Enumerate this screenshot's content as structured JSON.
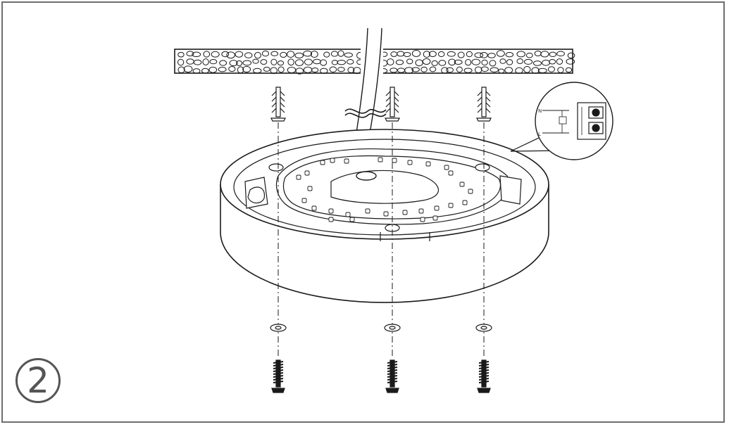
{
  "step": {
    "number": "2"
  },
  "wiring": {
    "neutral_label": "N",
    "live_label": "L"
  },
  "colors": {
    "line": "#1a1a1a",
    "frame": "#6e6e6e",
    "fill": "#ffffff"
  }
}
